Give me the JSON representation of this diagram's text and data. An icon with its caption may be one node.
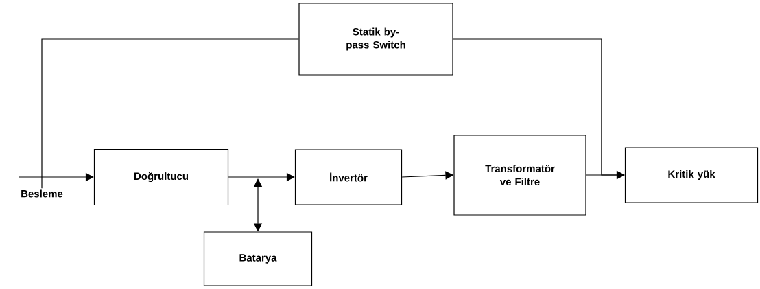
{
  "diagram": {
    "nodes": [
      {
        "text": [
          "Statik by-pass Switch"
        ]
      },
      {
        "text": [
          "Besleme"
        ]
      },
      {
        "text": [
          "Doğrultucu"
        ]
      },
      {
        "text": [
          "İnvertör"
        ]
      },
      {
        "text": [
          "Batarya"
        ]
      },
      {
        "text": [
          "Transformatör ve Filtre"
        ]
      },
      {
        "text": [
          "Kritik yük"
        ]
      }
    ],
    "edges": [
      {
        "from": 1,
        "to": 2,
        "arrow": "to"
      },
      {
        "from": 1,
        "to": 0,
        "arrow": "none"
      },
      {
        "from": 0,
        "to": 6,
        "arrow": "to"
      },
      {
        "from": 2,
        "to": 3,
        "arrow": "to"
      },
      {
        "from": 3,
        "to": 5,
        "arrow": "to"
      },
      {
        "from": 5,
        "to": 6,
        "arrow": "to"
      },
      {
        "from": null,
        "to": 4,
        "arrow": "both"
      }
    ]
  }
}
